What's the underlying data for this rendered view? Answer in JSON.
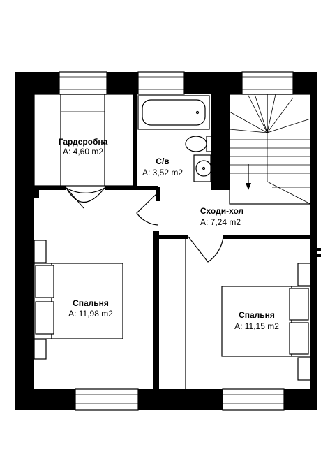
{
  "rooms": [
    {
      "name": "Гардеробна",
      "area": "A: 4,60 m2"
    },
    {
      "name": "С/в",
      "area": "A: 3,52 m2"
    },
    {
      "name": "Сходи-хол",
      "area": "A: 7,24 m2"
    },
    {
      "name": "Спальня",
      "area": "A: 11,98 m2"
    },
    {
      "name": "Спальня",
      "area": "A: 11,15 m2"
    }
  ]
}
